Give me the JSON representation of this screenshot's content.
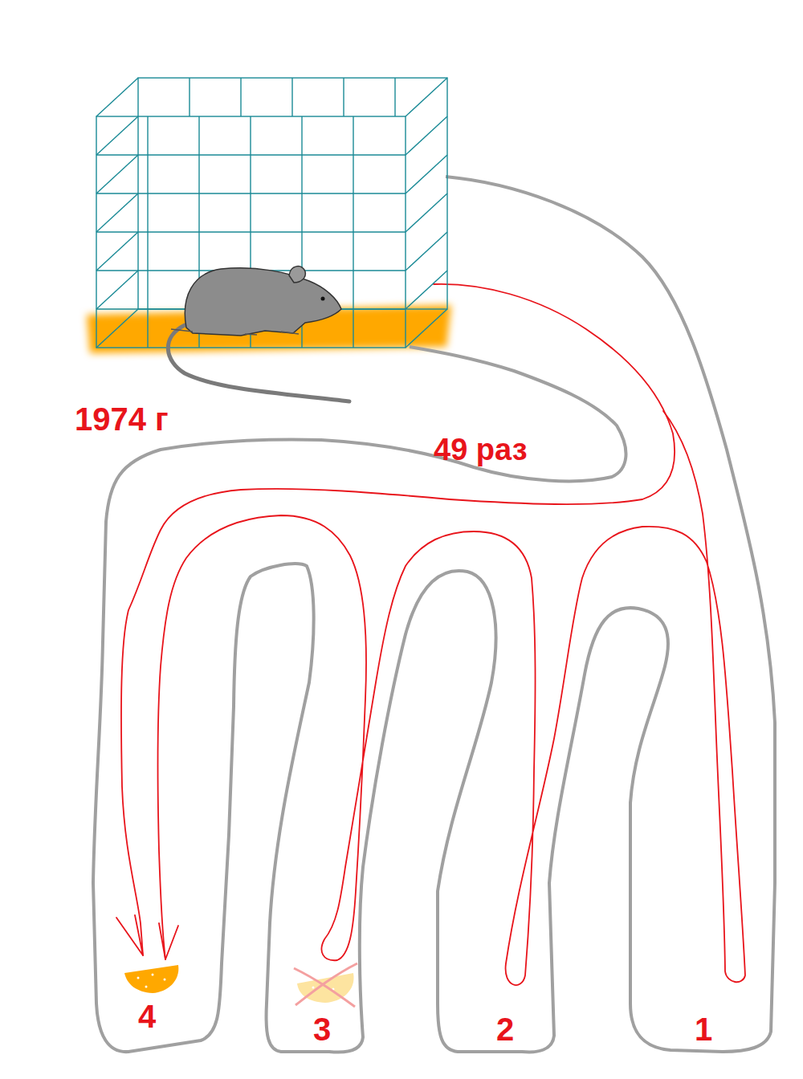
{
  "diagram": {
    "labels": [
      "1974 г",
      "49 раз",
      "4",
      "3",
      "2",
      "1"
    ]
  }
}
